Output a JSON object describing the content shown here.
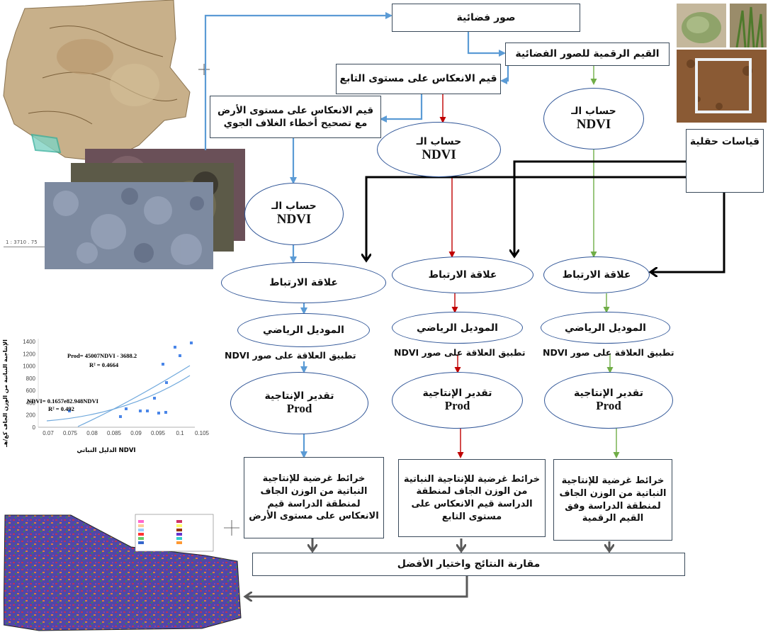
{
  "nodes": {
    "satellite_images": "صور فضائية",
    "digital_values": "القيم الرقمية للصور الفضائية",
    "sensor_reflectance": "قيم الانعكاس على مستوى التابع",
    "ground_reflectance": "قيم الانعكاس على مستوى الأرض مع تصحيح أخطاء الغلاف الجوي",
    "field_measurements": "قياسات حقلية",
    "ndvi_calc_ar": "حساب الـ",
    "ndvi": "NDVI",
    "correlation": "علاقة الارتباط",
    "math_model": "الموديل الرياضي",
    "apply_relation": "تطبيق العلاقة على صور NDVI",
    "productivity_estimate": "تقدير الإنتاجية",
    "prod": "Prod",
    "map_ground": "خرائط غرضية للإنتاجية النباتية من الوزن الجاف لمنطقة الدراسة قيم الانعكاس على مستوى الأرض",
    "map_sensor": "خرائط غرضية للإنتاجية النباتية من الوزن الجاف لمنطقة الدراسة قيم الانعكاس على مستوى التابع",
    "map_digital": "خرائط غرضية للإنتاجية النباتية من الوزن الجاف لمنطقة الدراسة وفق القيم الرقمية",
    "compare": "مقارنة النتائج واختيار الأفضل"
  },
  "scatter_inset": {
    "ylabel": "الإنتاجية النباتية من الوزن الجاف كغ/هـ",
    "xlabel": "الدليل النباتي NDVI",
    "eq1": "Prod= 45007NDVI - 3688.2",
    "r2_1": "R² = 0.4664",
    "eq2": "NDVI= 0.1657e82.948NDVI",
    "r2_2": "R² = 0.492",
    "yticks": [
      "1400",
      "1200",
      "1000",
      "800",
      "600",
      "400",
      "200",
      "0"
    ],
    "xticks": [
      "0.07",
      "0.075",
      "0.08",
      "0.085",
      "0.09",
      "0.095",
      "0.1",
      "0.105"
    ]
  },
  "scale_label": "1 : 3710 . 75",
  "colors": {
    "ground_branch": "#5b9bd5",
    "sensor_branch": "#c00000",
    "digital_branch": "#70ad47",
    "field_arrows": "#000000",
    "output_arrows": "#595959"
  }
}
